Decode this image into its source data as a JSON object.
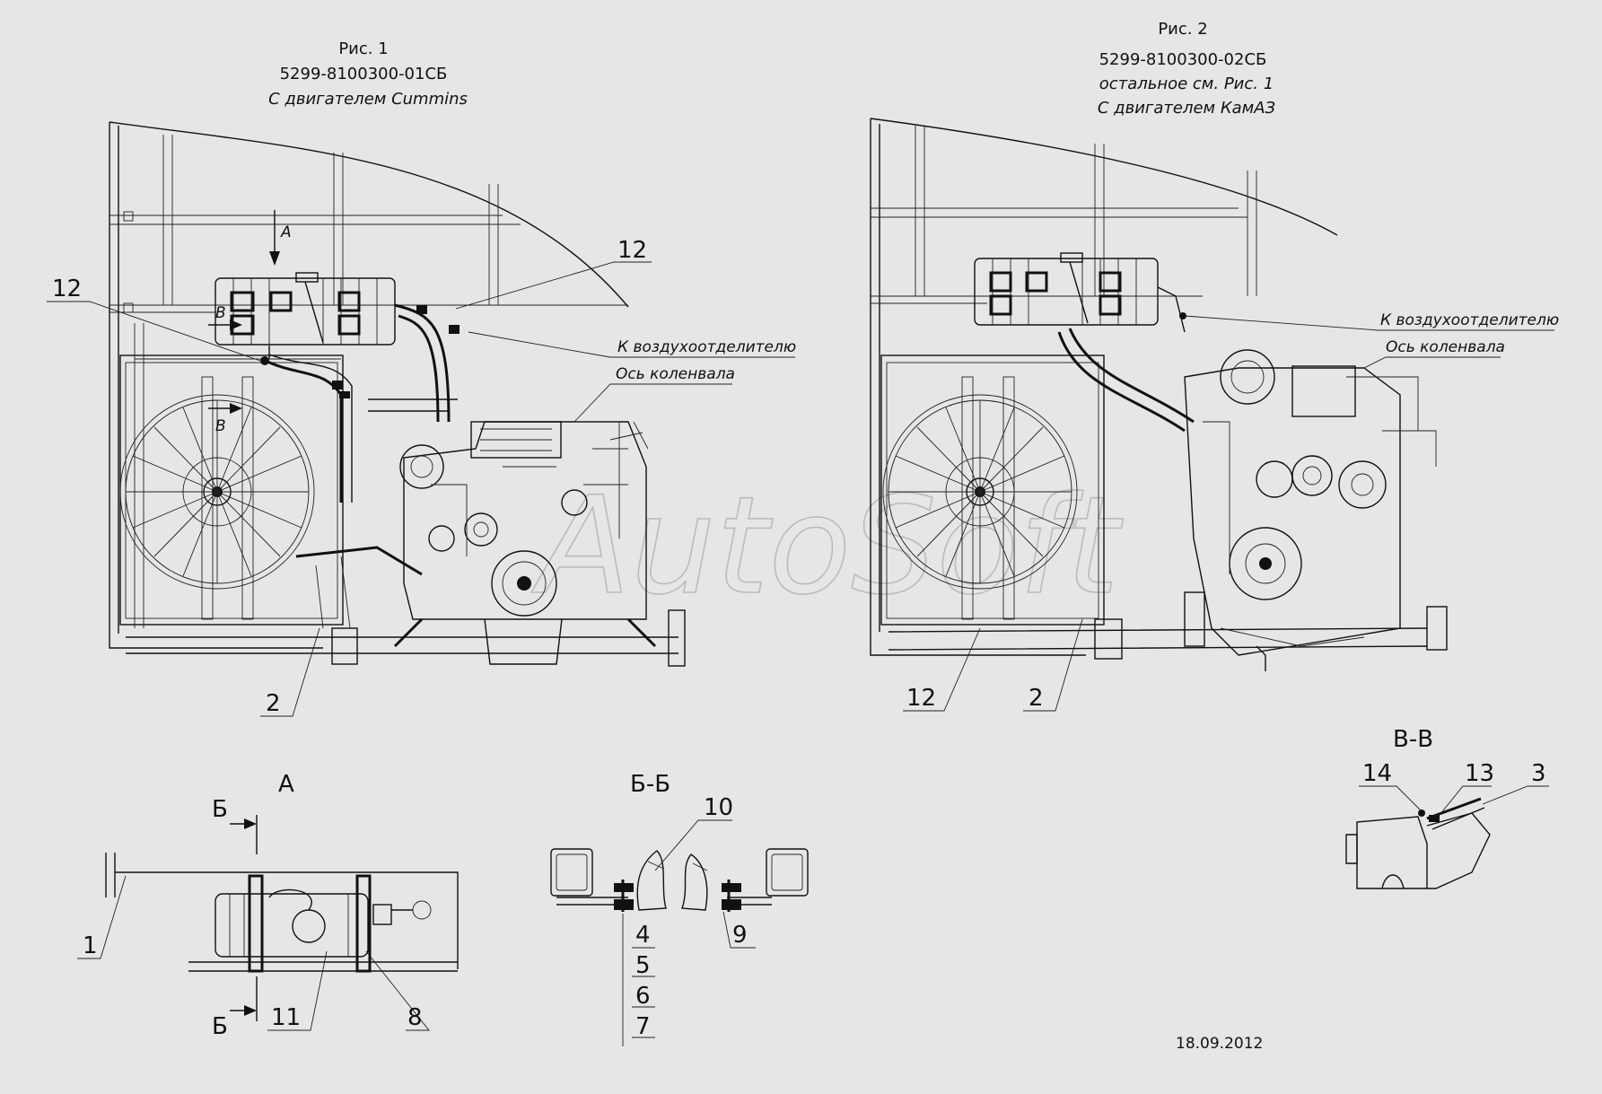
{
  "fig1": {
    "title": "Рис. 1",
    "code": "5299-8100300-01СБ",
    "subtitle": "С двигателем Cummins",
    "callouts": {
      "view_a": "А",
      "section_v_top": "В",
      "section_v_bottom": "В",
      "pos12_left": "12",
      "pos12_right": "12",
      "pos2": "2"
    },
    "notes": {
      "air_separator": "К воздухоотделителю",
      "crankshaft_axis": "Ось коленвала"
    }
  },
  "fig2": {
    "title": "Рис. 2",
    "code": "5299-8100300-02СБ",
    "ref": "остальное см. Рис. 1",
    "subtitle": "С двигателем КамАЗ",
    "callouts": {
      "pos12": "12",
      "pos2": "2"
    },
    "notes": {
      "air_separator": "К воздухоотделителю",
      "crankshaft_axis": "Ось коленвала"
    }
  },
  "view_a": {
    "title": "А",
    "section_top": "Б",
    "section_bottom": "Б",
    "callouts": [
      "1",
      "11",
      "8"
    ]
  },
  "section_bb": {
    "title": "Б-Б",
    "callouts": [
      "10",
      "4",
      "5",
      "6",
      "7",
      "9"
    ]
  },
  "section_vv": {
    "title": "В-В",
    "callouts": [
      "14",
      "13",
      "3"
    ]
  },
  "watermark": "AutoSoft",
  "date": "18.09.2012"
}
